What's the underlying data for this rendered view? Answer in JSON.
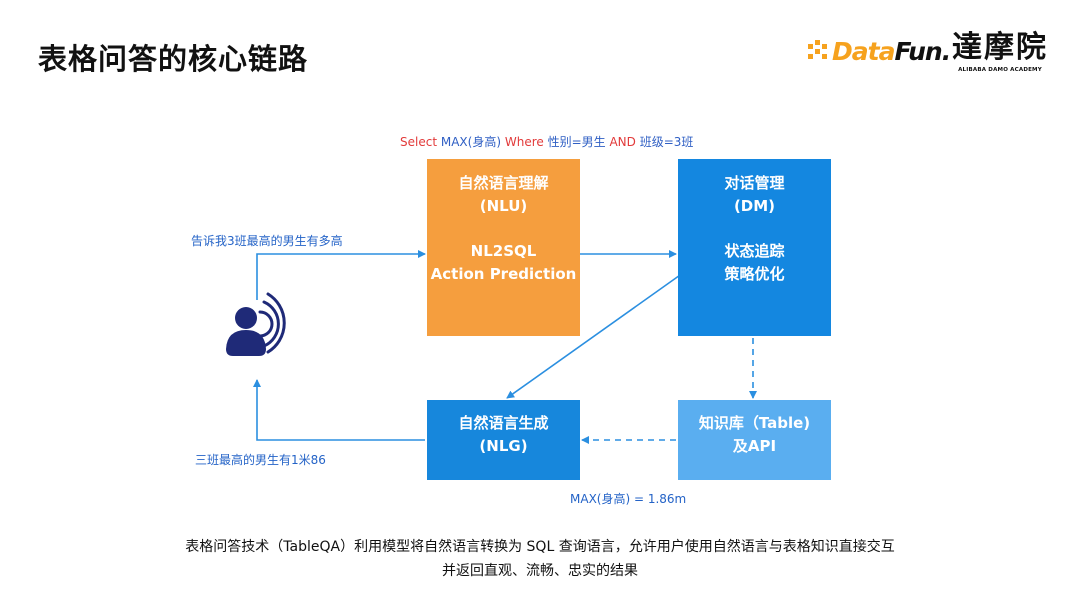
{
  "slide": {
    "title": "表格问答的核心链路"
  },
  "logos": {
    "datafun_part1": "Data",
    "datafun_part2": "Fun.",
    "damo_cn": "達摩院",
    "damo_en": "ALIBABA DAMO ACADEMY"
  },
  "diagram": {
    "nlu": {
      "line1": "自然语言理解",
      "line2": "(NLU)",
      "line3": "NL2SQL",
      "line4": "Action Prediction"
    },
    "dm": {
      "line1": "对话管理",
      "line2": "(DM)",
      "line3": "状态追踪",
      "line4": "策略优化"
    },
    "nlg": {
      "line1": "自然语言生成",
      "line2": "(NLG)"
    },
    "kb": {
      "line1": "知识库（Table)",
      "line2": "及API"
    },
    "sql": {
      "select": "Select",
      "max": "MAX(身高)",
      "where": "Where",
      "cond1": "性别=男生",
      "and": "AND",
      "cond2": "班级=3班"
    },
    "user_question": "告诉我3班最高的男生有多高",
    "system_answer": "三班最高的男生有1米86",
    "query_result": "MAX(身高) = 1.86m"
  },
  "caption": {
    "line1": "表格问答技术（TableQA）利用模型将自然语言转换为 SQL 查询语言，允许用户使用自然语言与表格知识直接交互",
    "line2": "并返回直观、流畅、忠实的结果"
  },
  "colors": {
    "nlu": "#f59e3e",
    "dm": "#1487e0",
    "nlg": "#1787dc",
    "kb": "#5aaef0",
    "arrow": "#2b8fe0",
    "user_icon": "#1f2a78",
    "brand_orange": "#f6a21e"
  }
}
